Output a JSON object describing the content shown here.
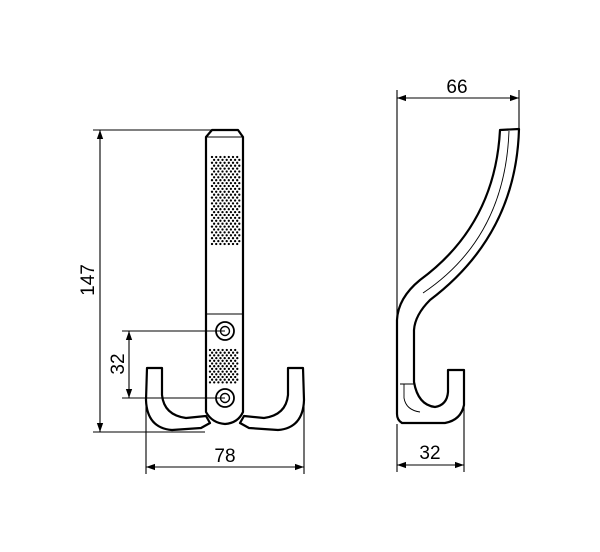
{
  "dimensions": {
    "height": "147",
    "hole_spacing": "32",
    "front_width": "78",
    "side_depth": "66",
    "side_base": "32"
  }
}
